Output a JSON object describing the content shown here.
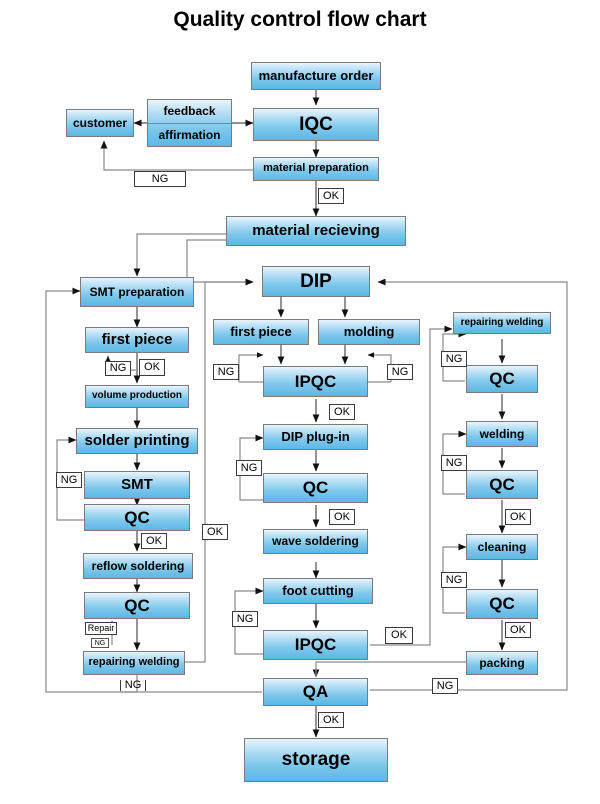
{
  "title": "Quality control flow chart",
  "nodes": {
    "manufacture_order": "manufacture order",
    "customer": "customer",
    "feedback": "feedback",
    "affirmation": "affirmation",
    "iqc": "IQC",
    "material_preparation": "material preparation",
    "material_recieving": "material recieving",
    "smt_preparation": "SMT preparation",
    "first_piece_smt": "first piece",
    "volume_production": "volume production",
    "solder_printing": "solder printing",
    "smt": "SMT",
    "qc_smt": "QC",
    "reflow_soldering": "reflow soldering",
    "qc_reflow": "QC",
    "repairing_welding_left": "repairing welding",
    "dip": "DIP",
    "first_piece_dip": "first piece",
    "molding": "molding",
    "ipqc_top": "IPQC",
    "dip_plug_in": "DIP plug-in",
    "qc_dip": "QC",
    "wave_soldering": "wave soldering",
    "foot_cutting": "foot cutting",
    "ipqc_bottom": "IPQC",
    "repairing_welding_right": "repairing welding",
    "qc_repair": "QC",
    "welding": "welding",
    "qc_welding": "QC",
    "cleaning": "cleaning",
    "qc_cleaning": "QC",
    "packing": "packing",
    "qa": "QA",
    "storage": "storage"
  },
  "labels": {
    "ng": "NG",
    "ok": "OK",
    "repair": "Repair"
  },
  "edge_labels": [
    {
      "id": "ng-customer",
      "text": "NG"
    },
    {
      "id": "ok-material-prep",
      "text": "OK"
    },
    {
      "id": "ng-firstpiece-smt",
      "text": "NG"
    },
    {
      "id": "ok-firstpiece-smt",
      "text": "OK"
    },
    {
      "id": "ng-qc-smt",
      "text": "NG"
    },
    {
      "id": "ok-qc-smt",
      "text": "OK"
    },
    {
      "id": "repair-qc-reflow",
      "text": "Repair"
    },
    {
      "id": "ng-qc-reflow",
      "text": "NG"
    },
    {
      "id": "ng-left-bottom",
      "text": "NG"
    },
    {
      "id": "ok-left-to-dip",
      "text": "OK"
    },
    {
      "id": "ng-firstpiece-dip",
      "text": "NG"
    },
    {
      "id": "ng-molding",
      "text": "NG"
    },
    {
      "id": "ok-ipqc-top",
      "text": "OK"
    },
    {
      "id": "ng-qc-dip",
      "text": "NG"
    },
    {
      "id": "ok-qc-dip",
      "text": "OK"
    },
    {
      "id": "ng-ipqc-bottom",
      "text": "NG"
    },
    {
      "id": "ok-ipqc-bottom",
      "text": "OK"
    },
    {
      "id": "ng-qc-repair",
      "text": "NG"
    },
    {
      "id": "ng-qc-welding",
      "text": "NG"
    },
    {
      "id": "ok-qc-welding",
      "text": "OK"
    },
    {
      "id": "ng-qc-cleaning",
      "text": "NG"
    },
    {
      "id": "ok-qc-cleaning",
      "text": "OK"
    },
    {
      "id": "ng-right-bottom",
      "text": "NG"
    },
    {
      "id": "ok-qa",
      "text": "OK"
    }
  ],
  "colors": {
    "node_fill_top": "#e8f4fb",
    "node_fill_bottom": "#5cb7e4",
    "node_border": "#7a7a7a",
    "wire": "#555555",
    "wire_thin": "#8a8a8a",
    "background": "#ffffff",
    "text": "#000000"
  }
}
